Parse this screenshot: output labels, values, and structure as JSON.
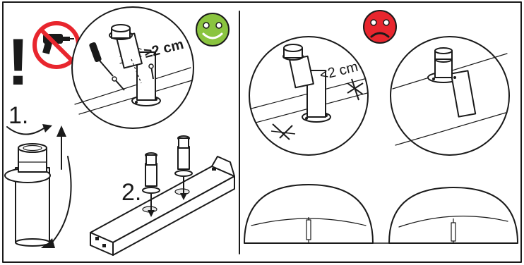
{
  "left_panel": {
    "warning_mark": "!",
    "step1_label": "1.",
    "step2_label": "2.",
    "min_distance_label": "≥2 cm",
    "ok_face": "happy-face",
    "no_drill": "no-power-drill-prohibition"
  },
  "right_panel": {
    "bad_face": "sad-face",
    "too_close_label": "<2 cm"
  },
  "colors": {
    "ok_green": "#8ac43f",
    "bad_red": "#e8262e",
    "ink": "#1a1a1a"
  }
}
